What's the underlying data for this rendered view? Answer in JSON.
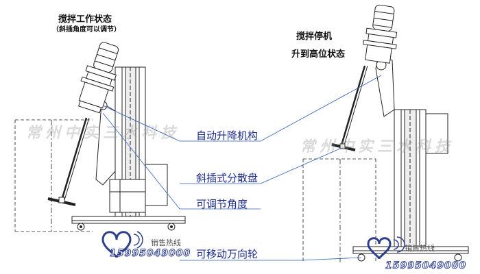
{
  "left": {
    "title": "搅拌工作状态",
    "subtitle": "（斜插角度可以调节）"
  },
  "right": {
    "title_line1": "搅拌停机",
    "title_line2": "升到高位状态"
  },
  "callouts": [
    "自动升降机构",
    "斜插式分散盘",
    "可调节角度",
    "可移动万向轮"
  ],
  "watermark": "常州中实三水科技",
  "hotline": {
    "label": "销售热线",
    "phone": "15995049000"
  },
  "colors": {
    "line": "#222222",
    "callout": "#1b2a8c",
    "leader": "#2f5fb8"
  }
}
